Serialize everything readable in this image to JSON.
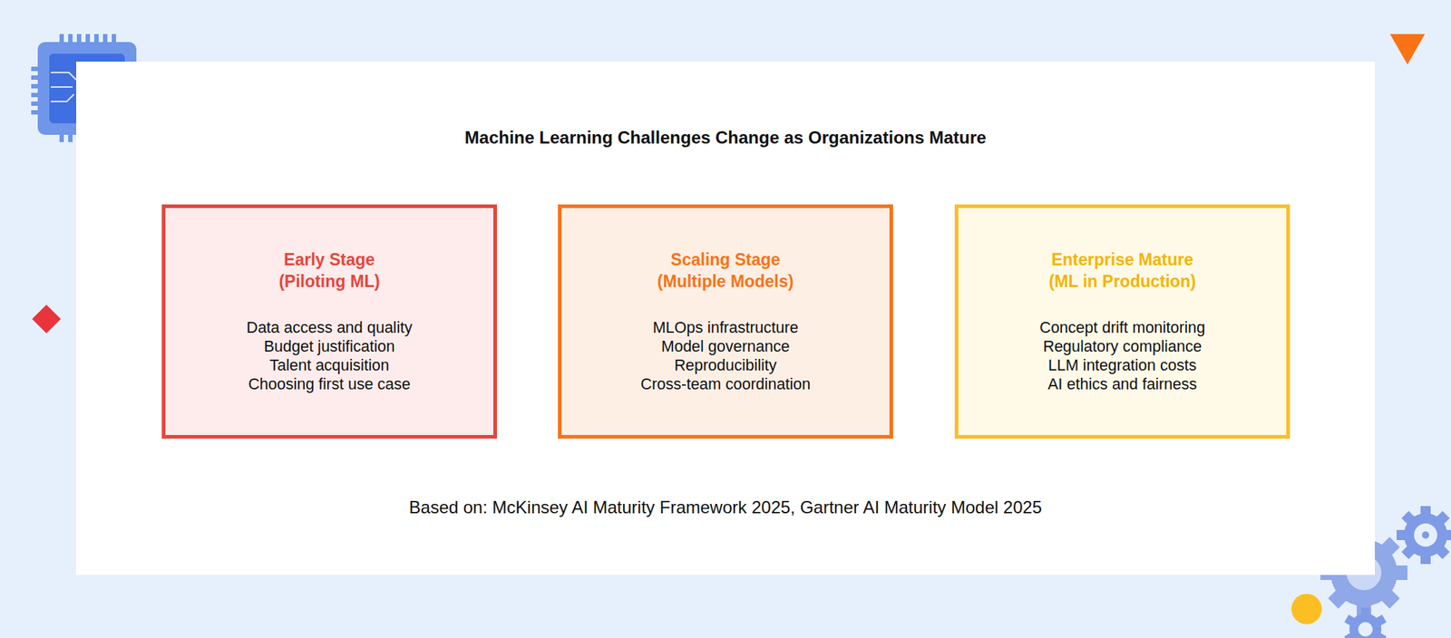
{
  "diagram": {
    "title": "Machine Learning Challenges Change as Organizations Mature",
    "caption": "Based on: McKinsey AI Maturity Framework 2025, Gartner AI Maturity Model 2025",
    "nodes": [
      {
        "text": [
          "Early Stage (Piloting ML)",
          "Data access and quality",
          "Budget justification",
          "Talent acquisition",
          "Choosing first use case"
        ]
      },
      {
        "text": [
          "Scaling Stage (Multiple Models)",
          "MLOps infrastructure",
          "Model governance",
          "Reproducibility",
          "Cross-team coordination"
        ]
      },
      {
        "text": [
          "Enterprise Mature (ML in Production)",
          "Concept drift monitoring",
          "Regulatory compliance",
          "LLM integration costs",
          "AI ethics and fairness"
        ]
      }
    ]
  }
}
